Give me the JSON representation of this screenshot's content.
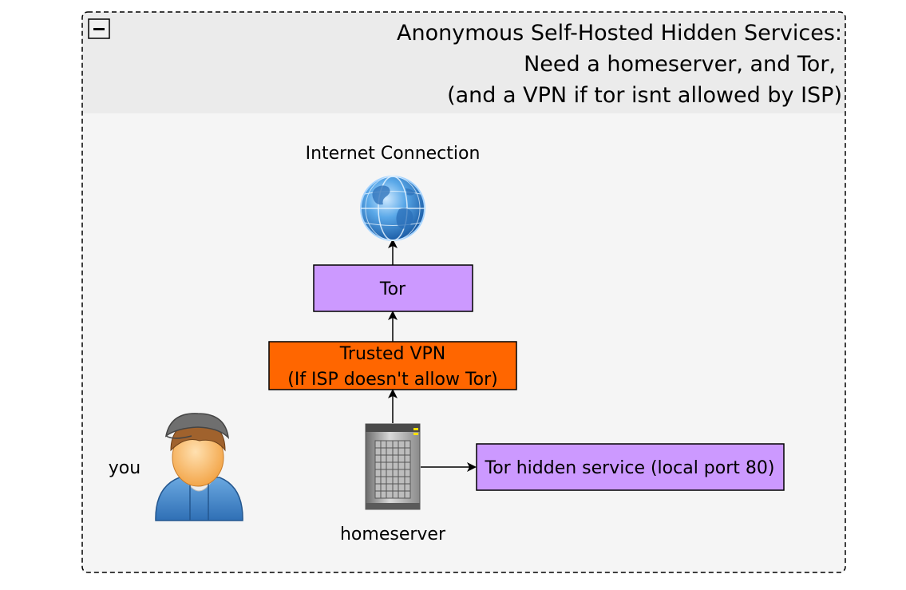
{
  "container": {
    "title_lines": [
      "Anonymous Self-Hosted Hidden Services:",
      "Need a homeserver, and Tor,",
      "(and a VPN if tor isnt allowed by ISP)"
    ],
    "collapse_glyph": "−",
    "colors": {
      "header": "#ebebeb",
      "body": "#f5f5f5",
      "border": "#000000"
    }
  },
  "nodes": {
    "internet": {
      "label": "Internet Connection",
      "icon": "globe-icon"
    },
    "tor": {
      "label": "Tor",
      "color": "#cc99ff"
    },
    "vpn": {
      "lines": [
        "Trusted VPN",
        "(If ISP doesn't allow Tor)"
      ],
      "color": "#ff6600"
    },
    "homeserver": {
      "label": "homeserver",
      "icon": "server-icon"
    },
    "hidden_service": {
      "label": "Tor hidden service (local port 80)",
      "color": "#cc99ff"
    },
    "user": {
      "label": "you",
      "icon": "user-icon"
    }
  },
  "edges": [
    {
      "from": "homeserver",
      "to": "vpn"
    },
    {
      "from": "vpn",
      "to": "tor"
    },
    {
      "from": "tor",
      "to": "internet"
    },
    {
      "from": "homeserver",
      "to": "hidden_service"
    }
  ]
}
